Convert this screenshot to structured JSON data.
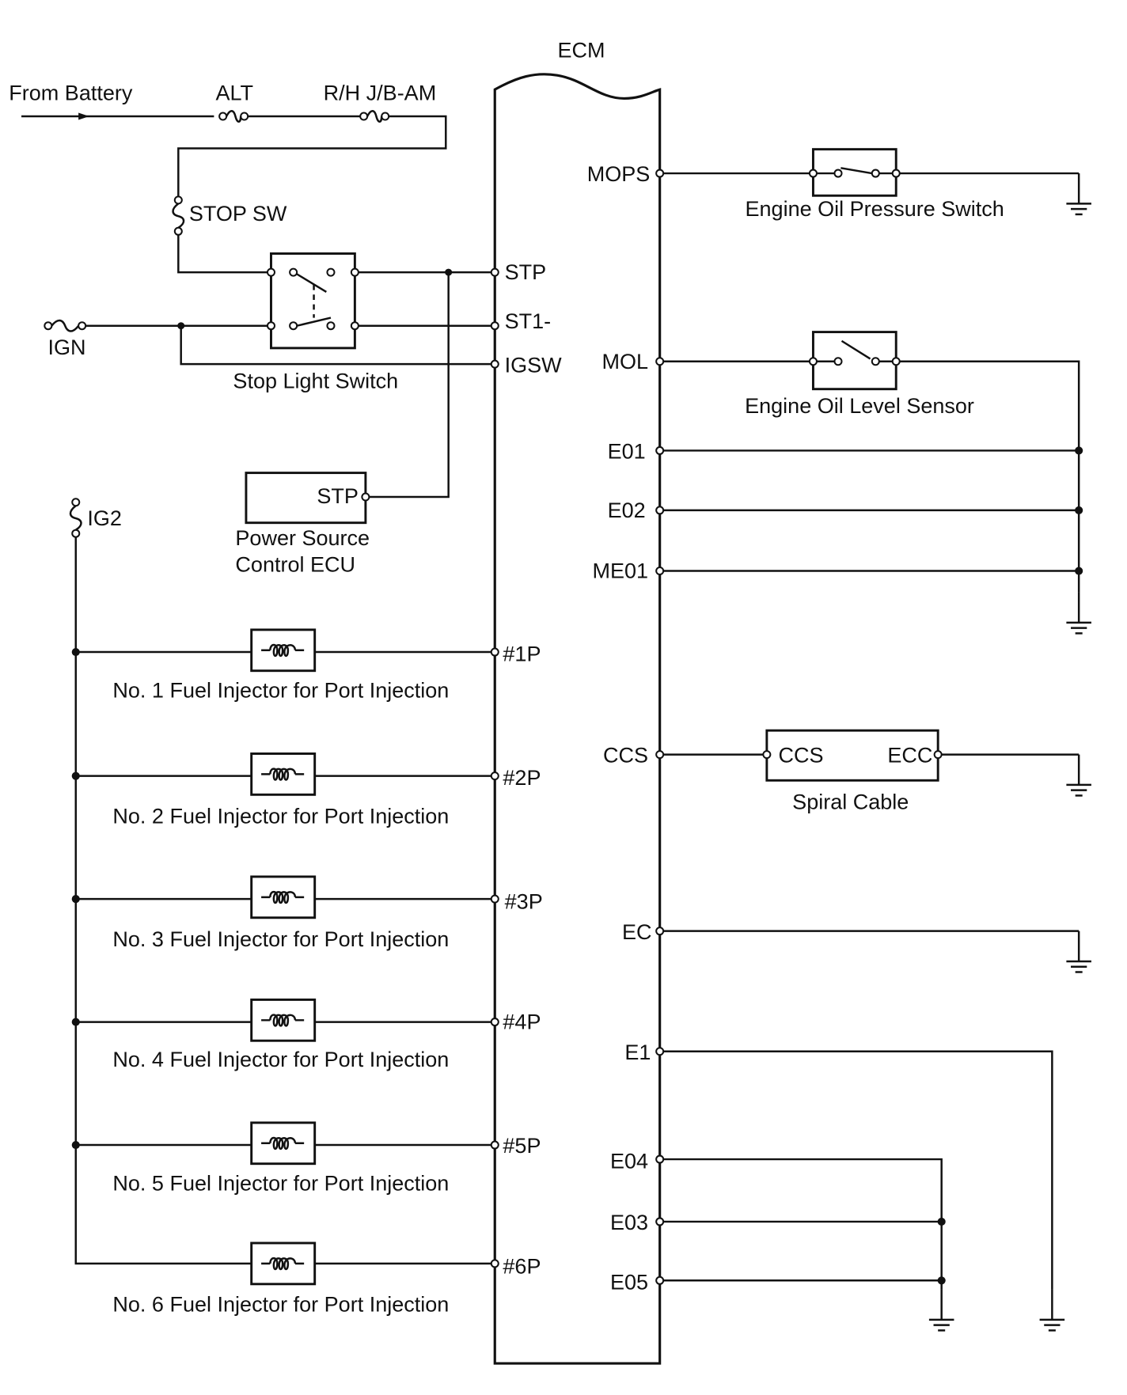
{
  "labels": {
    "ecm": "ECM",
    "from_battery": "From Battery",
    "alt": "ALT",
    "rh_jb_am": "R/H J/B-AM",
    "stop_sw": "STOP SW",
    "ign": "IGN",
    "ig2": "IG2",
    "stop_light_switch": "Stop Light Switch",
    "power_source_line1": "Power Source",
    "power_source_line2": "Control ECU",
    "power_source_terminal": "STP",
    "engine_oil_pressure_switch": "Engine Oil Pressure Switch",
    "engine_oil_level_sensor": "Engine Oil Level Sensor",
    "spiral_cable": "Spiral Cable",
    "spiral_ccs": "CCS",
    "spiral_ecc": "ECC"
  },
  "ecm_left_pins": [
    "STP",
    "ST1-",
    "IGSW",
    "#1P",
    "#2P",
    "#3P",
    "#4P",
    "#5P",
    "#6P"
  ],
  "ecm_right_pins": [
    "MOPS",
    "MOL",
    "E01",
    "E02",
    "ME01",
    "CCS",
    "EC",
    "E1",
    "E04",
    "E03",
    "E05"
  ],
  "injectors": [
    "No. 1 Fuel Injector for Port Injection",
    "No. 2 Fuel Injector for Port Injection",
    "No. 3 Fuel Injector for Port Injection",
    "No. 4 Fuel Injector for Port Injection",
    "No. 5 Fuel Injector for Port Injection",
    "No. 6 Fuel Injector for Port Injection"
  ]
}
